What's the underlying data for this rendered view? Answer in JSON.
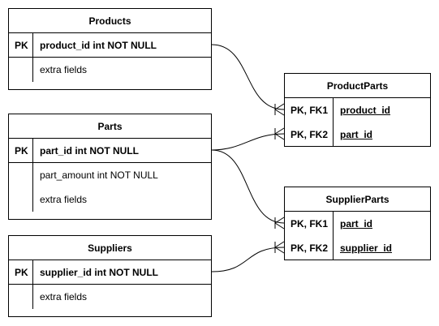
{
  "tables": {
    "products": {
      "title": "Products",
      "rows": [
        {
          "key": "PK",
          "field": "product_id int NOT NULL"
        },
        {
          "key": "",
          "field": "extra fields"
        }
      ]
    },
    "parts": {
      "title": "Parts",
      "rows": [
        {
          "key": "PK",
          "field": "part_id int NOT NULL"
        },
        {
          "key": "",
          "field": "part_amount int NOT NULL"
        },
        {
          "key": "",
          "field": "extra fields"
        }
      ]
    },
    "suppliers": {
      "title": "Suppliers",
      "rows": [
        {
          "key": "PK",
          "field": "supplier_id int NOT NULL"
        },
        {
          "key": "",
          "field": "extra fields"
        }
      ]
    },
    "productparts": {
      "title": "ProductParts",
      "rows": [
        {
          "key": "PK, FK1",
          "field": "product_id"
        },
        {
          "key": "PK, FK2",
          "field": "part_id"
        }
      ]
    },
    "supplierparts": {
      "title": "SupplierParts",
      "rows": [
        {
          "key": "PK, FK1",
          "field": "part_id"
        },
        {
          "key": "PK, FK2",
          "field": "supplier_id"
        }
      ]
    }
  }
}
